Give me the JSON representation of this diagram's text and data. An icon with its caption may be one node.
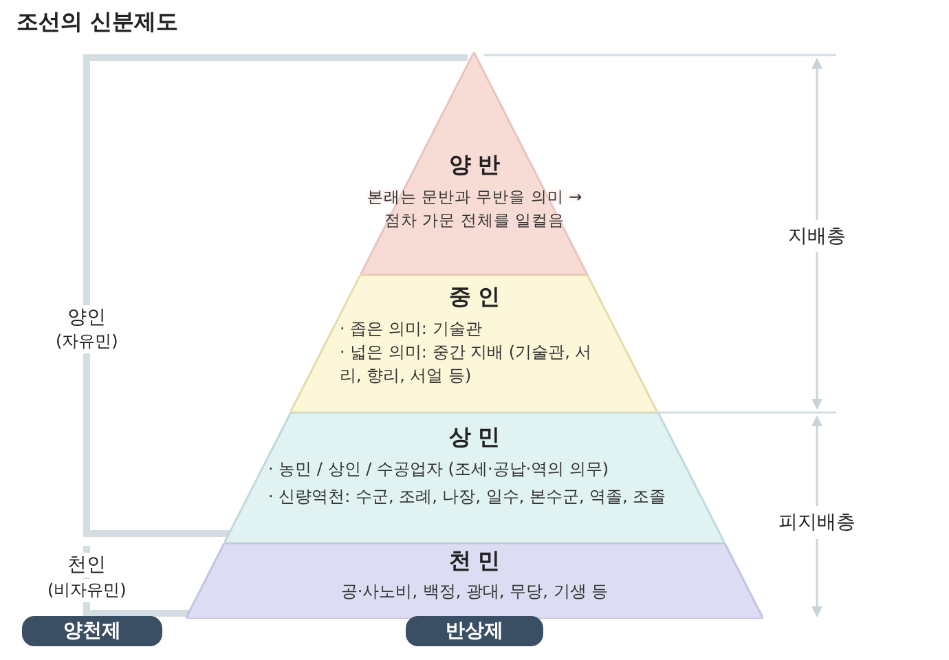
{
  "diagram": {
    "title": "조선의 신분제도",
    "nodes": [
      {
        "text": [
          "양반",
          "본래는 문반과 무반을 의미 → 점차 가문 전체를 일컬음"
        ]
      },
      {
        "text": [
          "중인",
          "· 좁은 의미: 기술관",
          "· 넓은 의미: 중간 지배 (기술관, 서리, 향리, 서얼 등)"
        ]
      },
      {
        "text": [
          "상민",
          "· 농민 / 상인 / 수공업자 (조세·공납·역의 의무)",
          "· 신량역천: 수군, 조례, 나장, 일수, 본수군, 역졸, 조졸"
        ]
      },
      {
        "text": [
          "천민",
          "공·사노비, 백정, 광대, 무당, 기생 등"
        ]
      },
      {
        "text": [
          "양천제"
        ]
      },
      {
        "text": [
          "반상제"
        ]
      }
    ],
    "edges": [],
    "labels": [
      "지배층",
      "양인",
      "(자유민)",
      "피지배층",
      "천인",
      "(비자유민)"
    ]
  }
}
